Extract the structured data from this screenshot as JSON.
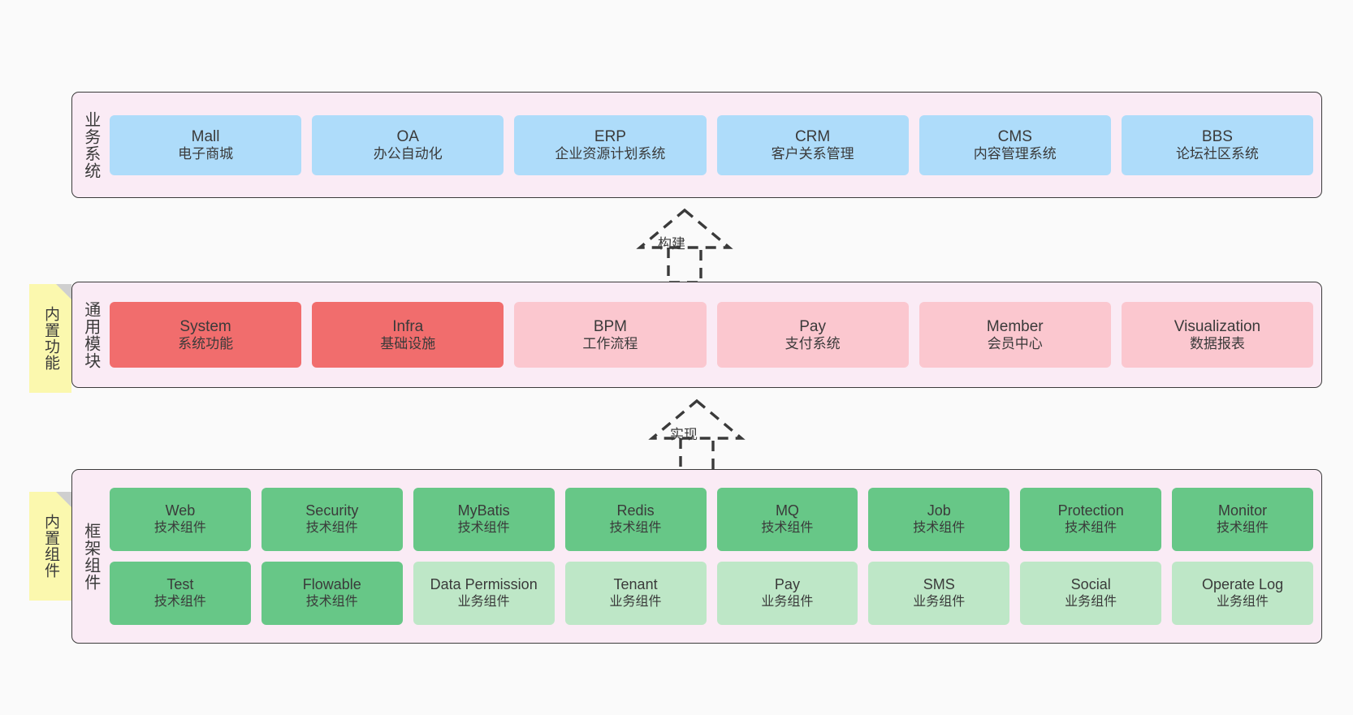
{
  "layers": {
    "business": {
      "title": "业务系统",
      "cards": [
        {
          "en": "Mall",
          "cn": "电子商城"
        },
        {
          "en": "OA",
          "cn": "办公自动化"
        },
        {
          "en": "ERP",
          "cn": "企业资源计划系统"
        },
        {
          "en": "CRM",
          "cn": "客户关系管理"
        },
        {
          "en": "CMS",
          "cn": "内容管理系统"
        },
        {
          "en": "BBS",
          "cn": "论坛社区系统"
        }
      ]
    },
    "modules": {
      "title": "通用模块",
      "cards": [
        {
          "en": "System",
          "cn": "系统功能",
          "emphasis": "strong"
        },
        {
          "en": "Infra",
          "cn": "基础设施",
          "emphasis": "strong"
        },
        {
          "en": "BPM",
          "cn": "工作流程",
          "emphasis": "soft"
        },
        {
          "en": "Pay",
          "cn": "支付系统",
          "emphasis": "soft"
        },
        {
          "en": "Member",
          "cn": "会员中心",
          "emphasis": "soft"
        },
        {
          "en": "Visualization",
          "cn": "数据报表",
          "emphasis": "soft"
        }
      ]
    },
    "framework": {
      "title": "框架组件",
      "rows": [
        [
          {
            "en": "Web",
            "cn": "技术组件",
            "kind": "tech"
          },
          {
            "en": "Security",
            "cn": "技术组件",
            "kind": "tech"
          },
          {
            "en": "MyBatis",
            "cn": "技术组件",
            "kind": "tech"
          },
          {
            "en": "Redis",
            "cn": "技术组件",
            "kind": "tech"
          },
          {
            "en": "MQ",
            "cn": "技术组件",
            "kind": "tech"
          },
          {
            "en": "Job",
            "cn": "技术组件",
            "kind": "tech"
          },
          {
            "en": "Protection",
            "cn": "技术组件",
            "kind": "tech"
          },
          {
            "en": "Monitor",
            "cn": "技术组件",
            "kind": "tech"
          }
        ],
        [
          {
            "en": "Test",
            "cn": "技术组件",
            "kind": "tech"
          },
          {
            "en": "Flowable",
            "cn": "技术组件",
            "kind": "tech"
          },
          {
            "en": "Data Permission",
            "cn": "业务组件",
            "kind": "biz",
            "wrap": true
          },
          {
            "en": "Tenant",
            "cn": "业务组件",
            "kind": "biz"
          },
          {
            "en": "Pay",
            "cn": "业务组件",
            "kind": "biz"
          },
          {
            "en": "SMS",
            "cn": "业务组件",
            "kind": "biz"
          },
          {
            "en": "Social",
            "cn": "业务组件",
            "kind": "biz"
          },
          {
            "en": "Operate Log",
            "cn": "业务组件",
            "kind": "biz"
          }
        ]
      ]
    }
  },
  "sticky_notes": {
    "functions": "内置功能",
    "components": "内置组件"
  },
  "connectors": {
    "build": "构建",
    "implement": "实现"
  },
  "colors": {
    "background": "#fafafa",
    "layer_panel": "#FAEBF5",
    "layer_border": "#3b3b3b",
    "business_card": "#AEDCFA",
    "module_strong": "#F16D6D",
    "module_soft": "#FBC7CF",
    "framework_tech": "#67C787",
    "framework_biz": "#BEE7C7",
    "sticky_note": "#FBF8AE",
    "sticky_fold": "#CFCFCF",
    "text": "#3a3a3a"
  }
}
